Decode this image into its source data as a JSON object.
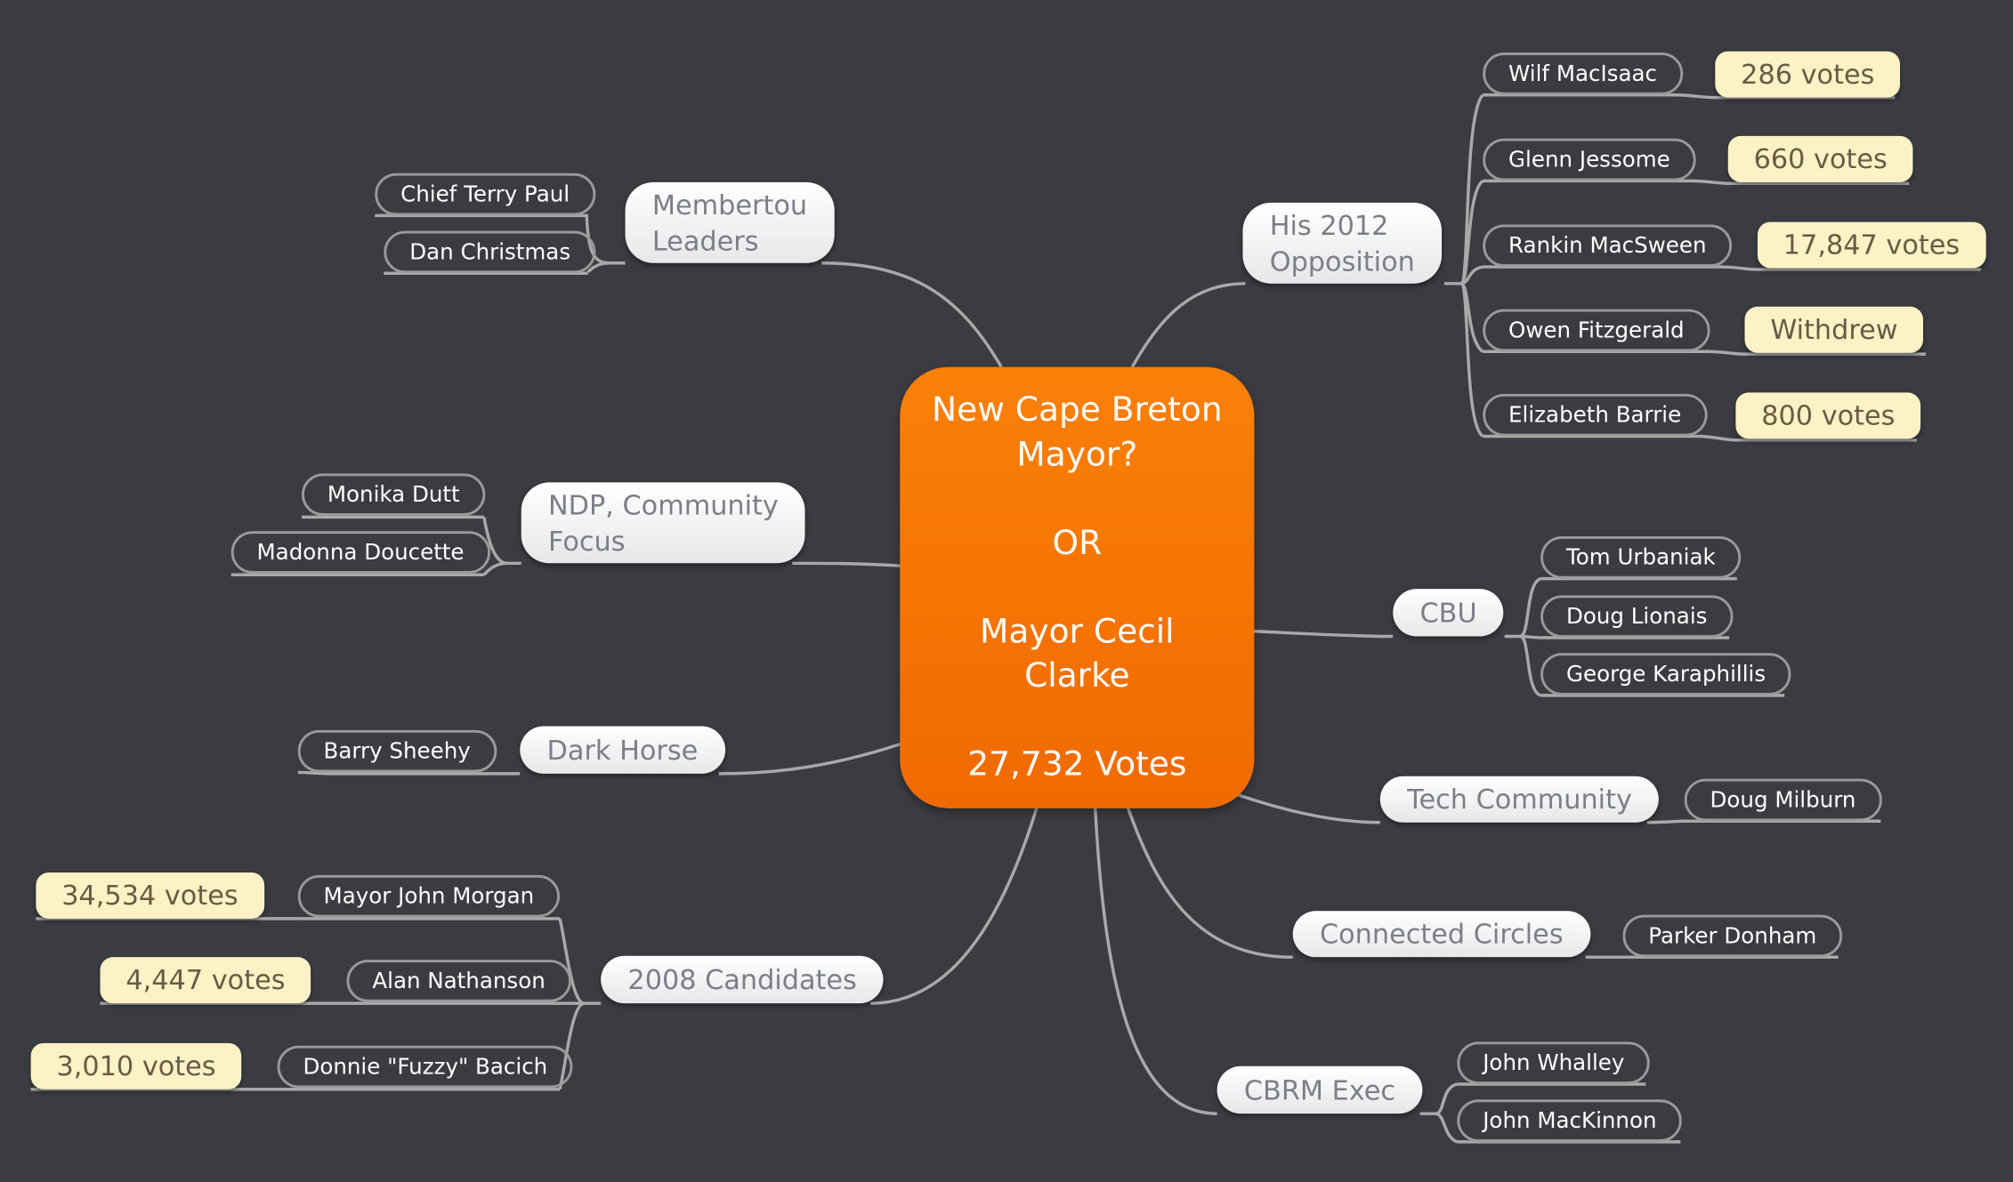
{
  "central": {
    "lines": [
      "New Cape Breton",
      "Mayor?",
      "",
      "OR",
      "",
      "Mayor Cecil",
      "Clarke",
      "",
      "27,732 Votes"
    ]
  },
  "topics": {
    "membertou": {
      "label_line1": "Membertou",
      "label_line2": "Leaders",
      "children": [
        "Chief Terry Paul",
        "Dan Christmas"
      ]
    },
    "ndp": {
      "label_line1": "NDP, Community",
      "label_line2": "Focus",
      "children": [
        "Monika Dutt",
        "Madonna Doucette"
      ]
    },
    "dark_horse": {
      "label": "Dark Horse",
      "children": [
        "Barry Sheehy"
      ]
    },
    "candidates_2008": {
      "label": "2008 Candidates",
      "children": [
        {
          "name": "Mayor John Morgan",
          "votes": "34,534 votes"
        },
        {
          "name": "Alan Nathanson",
          "votes": "4,447 votes"
        },
        {
          "name": "Donnie \"Fuzzy\" Bacich",
          "votes": "3,010 votes"
        }
      ]
    },
    "opposition_2012": {
      "label_line1": "His 2012",
      "label_line2": "Opposition",
      "children": [
        {
          "name": "Wilf MacIsaac",
          "votes": "286 votes"
        },
        {
          "name": "Glenn Jessome",
          "votes": "660 votes"
        },
        {
          "name": "Rankin MacSween",
          "votes": "17,847 votes"
        },
        {
          "name": "Owen Fitzgerald",
          "votes": "Withdrew"
        },
        {
          "name": "Elizabeth Barrie",
          "votes": "800 votes"
        }
      ]
    },
    "cbu": {
      "label": "CBU",
      "children": [
        "Tom Urbaniak",
        "Doug Lionais",
        "George Karaphillis"
      ]
    },
    "tech": {
      "label": "Tech Community",
      "children": [
        "Doug Milburn"
      ]
    },
    "circles": {
      "label": "Connected Circles",
      "children": [
        "Parker Donham"
      ]
    },
    "cbrm": {
      "label": "CBRM Exec",
      "children": [
        "John Whalley",
        "John MacKinnon"
      ]
    }
  },
  "colors": {
    "background": "#3a3c41",
    "central": "#f57a05",
    "topic": "#f2f3f4",
    "vote": "#fdf2c6",
    "connector": "#a9a9a9"
  }
}
